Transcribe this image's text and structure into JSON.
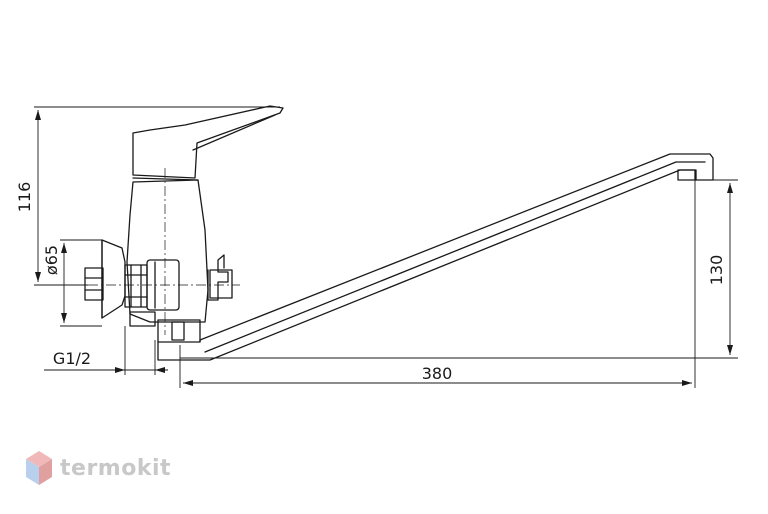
{
  "drawing": {
    "dimensions": {
      "height_total": "116",
      "flange_diameter": "ø65",
      "thread": "G1/2",
      "spout_reach": "380",
      "spout_height": "130"
    }
  },
  "brand": {
    "name": "termokit",
    "logo_colors": [
      "#e9a8a8",
      "#a8c8e9"
    ]
  }
}
